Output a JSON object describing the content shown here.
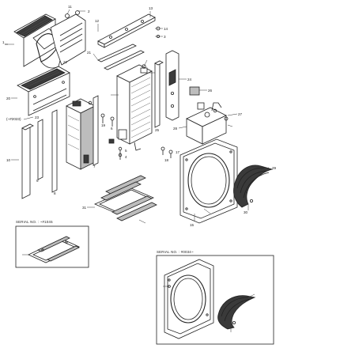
{
  "labels": {
    "top": [
      "11",
      "2",
      "1",
      "12",
      "13",
      "14",
      "3",
      "21",
      "20",
      "22",
      "23"
    ],
    "mid": [
      "19",
      "6",
      "5",
      "4",
      "16",
      "17",
      "18",
      "25",
      "24",
      "26",
      "27",
      "28"
    ],
    "lower": [
      "10",
      "9",
      "8",
      "7",
      "15",
      "29",
      "30",
      "31"
    ]
  },
  "serials": {
    "a": "SERIAL NO. : ~#1045",
    "b": "SERIAL NO. : #0034~"
  },
  "side_note": "(~#2023)"
}
